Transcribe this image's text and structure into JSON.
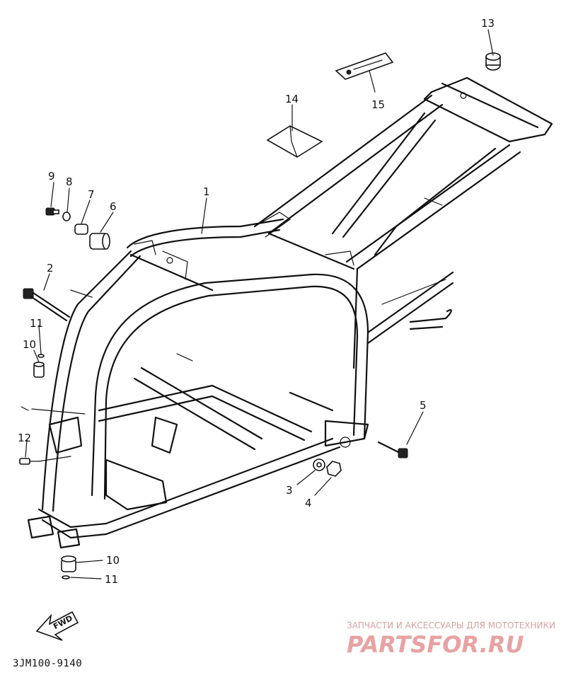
{
  "diagram": {
    "drawing_code": "3JM100-9140",
    "direction_label": "FWD",
    "callouts": [
      {
        "id": "c1",
        "label": "1"
      },
      {
        "id": "c2",
        "label": "2"
      },
      {
        "id": "c3",
        "label": "3"
      },
      {
        "id": "c4",
        "label": "4"
      },
      {
        "id": "c5",
        "label": "5"
      },
      {
        "id": "c6",
        "label": "6"
      },
      {
        "id": "c7",
        "label": "7"
      },
      {
        "id": "c8",
        "label": "8"
      },
      {
        "id": "c9",
        "label": "9"
      },
      {
        "id": "c10a",
        "label": "10"
      },
      {
        "id": "c11a",
        "label": "11"
      },
      {
        "id": "c12",
        "label": "12"
      },
      {
        "id": "c13",
        "label": "13"
      },
      {
        "id": "c14",
        "label": "14"
      },
      {
        "id": "c15",
        "label": "15"
      },
      {
        "id": "c10b",
        "label": "10"
      },
      {
        "id": "c11b",
        "label": "11"
      }
    ]
  },
  "watermark": {
    "tagline": "ЗАПЧАСТИ И АКСЕССУАРЫ ДЛЯ МОТОТЕХНИКИ",
    "logo": "PARTSFOR.RU",
    "color": "#e8a2a2"
  }
}
